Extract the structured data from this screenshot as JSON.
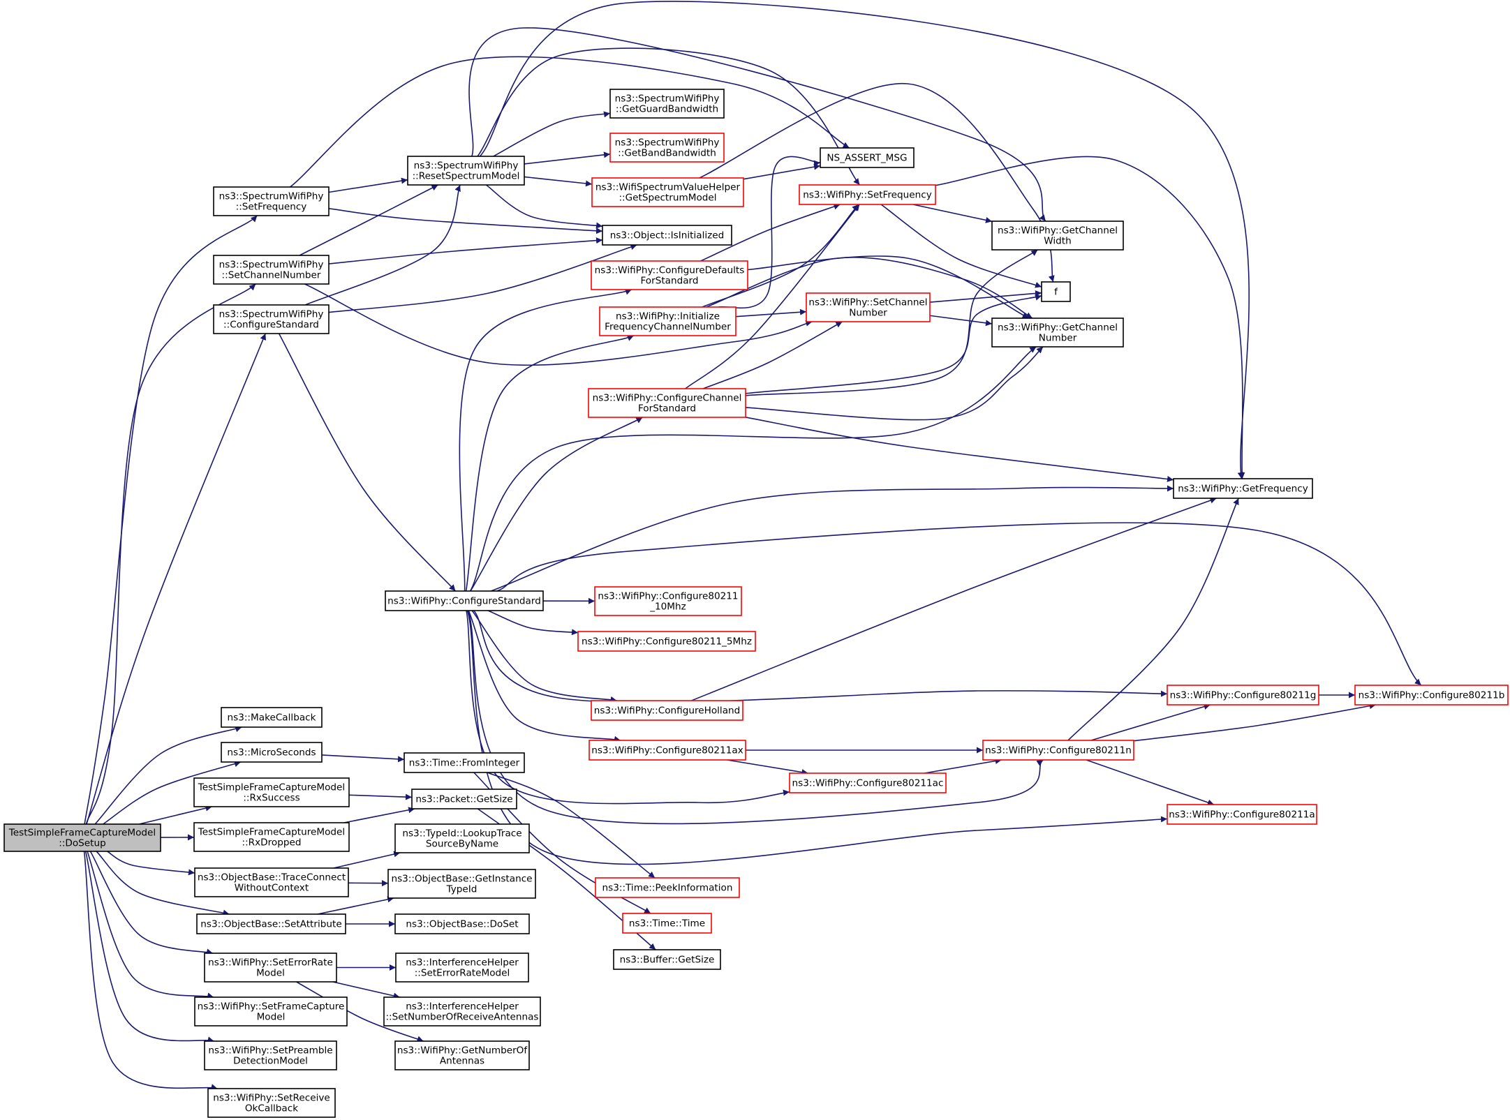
{
  "colors": {
    "edge": "#191970",
    "box_normal": "#000000",
    "box_truncated": "#ff0000",
    "root_fill": "#bfbfbf",
    "fill": "#ffffff"
  },
  "nodes": [
    {
      "id": "root",
      "lines": [
        "TestSimpleFrameCaptureModel",
        "::DoSetup"
      ],
      "style": "root"
    },
    {
      "id": "sw_setfreq",
      "lines": [
        "ns3::SpectrumWifiPhy",
        "::SetFrequency"
      ],
      "style": "normal"
    },
    {
      "id": "sw_setchan",
      "lines": [
        "ns3::SpectrumWifiPhy",
        "::SetChannelNumber"
      ],
      "style": "normal"
    },
    {
      "id": "sw_cfgstd",
      "lines": [
        "ns3::SpectrumWifiPhy",
        "::ConfigureStandard"
      ],
      "style": "normal"
    },
    {
      "id": "sw_reset",
      "lines": [
        "ns3::SpectrumWifiPhy",
        "::ResetSpectrumModel"
      ],
      "style": "normal"
    },
    {
      "id": "sw_guard",
      "lines": [
        "ns3::SpectrumWifiPhy",
        "::GetGuardBandwidth"
      ],
      "style": "normal"
    },
    {
      "id": "sw_band",
      "lines": [
        "ns3::SpectrumWifiPhy",
        "::GetBandBandwidth"
      ],
      "style": "truncated"
    },
    {
      "id": "wsvh",
      "lines": [
        "ns3::WifiSpectrumValueHelper",
        "::GetSpectrumModel"
      ],
      "style": "truncated"
    },
    {
      "id": "assert",
      "lines": [
        "NS_ASSERT_MSG"
      ],
      "style": "normal"
    },
    {
      "id": "isinit",
      "lines": [
        "ns3::Object::IsInitialized"
      ],
      "style": "normal"
    },
    {
      "id": "wp_setfreq",
      "lines": [
        "ns3::WifiPhy::SetFrequency"
      ],
      "style": "truncated"
    },
    {
      "id": "wp_getchw",
      "lines": [
        "ns3::WifiPhy::GetChannel",
        "Width"
      ],
      "style": "normal"
    },
    {
      "id": "wp_cfgdef",
      "lines": [
        "ns3::WifiPhy::ConfigureDefaults",
        "ForStandard"
      ],
      "style": "truncated"
    },
    {
      "id": "f",
      "lines": [
        "f"
      ],
      "style": "normal"
    },
    {
      "id": "wp_initfc",
      "lines": [
        "ns3::WifiPhy::Initialize",
        "FrequencyChannelNumber"
      ],
      "style": "truncated"
    },
    {
      "id": "wp_setchan",
      "lines": [
        "ns3::WifiPhy::SetChannel",
        "Number"
      ],
      "style": "truncated"
    },
    {
      "id": "wp_getchn",
      "lines": [
        "ns3::WifiPhy::GetChannel",
        "Number"
      ],
      "style": "normal"
    },
    {
      "id": "wp_cfgchan",
      "lines": [
        "ns3::WifiPhy::ConfigureChannel",
        "ForStandard"
      ],
      "style": "truncated"
    },
    {
      "id": "wp_getfreq",
      "lines": [
        "ns3::WifiPhy::GetFrequency"
      ],
      "style": "normal"
    },
    {
      "id": "wp_cfgstd",
      "lines": [
        "ns3::WifiPhy::ConfigureStandard"
      ],
      "style": "normal"
    },
    {
      "id": "wp_10mhz",
      "lines": [
        "ns3::WifiPhy::Configure80211",
        "_10Mhz"
      ],
      "style": "truncated"
    },
    {
      "id": "wp_5mhz",
      "lines": [
        "ns3::WifiPhy::Configure80211_5Mhz"
      ],
      "style": "truncated"
    },
    {
      "id": "wp_holland",
      "lines": [
        "ns3::WifiPhy::ConfigureHolland"
      ],
      "style": "truncated"
    },
    {
      "id": "wp_ax",
      "lines": [
        "ns3::WifiPhy::Configure80211ax"
      ],
      "style": "truncated"
    },
    {
      "id": "wp_ac",
      "lines": [
        "ns3::WifiPhy::Configure80211ac"
      ],
      "style": "truncated"
    },
    {
      "id": "wp_g",
      "lines": [
        "ns3::WifiPhy::Configure80211g"
      ],
      "style": "truncated"
    },
    {
      "id": "wp_b",
      "lines": [
        "ns3::WifiPhy::Configure80211b"
      ],
      "style": "truncated"
    },
    {
      "id": "wp_n",
      "lines": [
        "ns3::WifiPhy::Configure80211n"
      ],
      "style": "truncated"
    },
    {
      "id": "wp_a",
      "lines": [
        "ns3::WifiPhy::Configure80211a"
      ],
      "style": "truncated"
    },
    {
      "id": "makecb",
      "lines": [
        "ns3::MakeCallback"
      ],
      "style": "normal"
    },
    {
      "id": "micro",
      "lines": [
        "ns3::MicroSeconds"
      ],
      "style": "normal"
    },
    {
      "id": "frominteger",
      "lines": [
        "ns3::Time::FromInteger"
      ],
      "style": "normal"
    },
    {
      "id": "rxsucc",
      "lines": [
        "TestSimpleFrameCaptureModel",
        "::RxSuccess"
      ],
      "style": "normal"
    },
    {
      "id": "rxdrop",
      "lines": [
        "TestSimpleFrameCaptureModel",
        "::RxDropped"
      ],
      "style": "normal"
    },
    {
      "id": "pktsize",
      "lines": [
        "ns3::Packet::GetSize"
      ],
      "style": "normal"
    },
    {
      "id": "lookup",
      "lines": [
        "ns3::TypeId::LookupTrace",
        "SourceByName"
      ],
      "style": "normal"
    },
    {
      "id": "traceconn",
      "lines": [
        "ns3::ObjectBase::TraceConnect",
        "WithoutContext"
      ],
      "style": "normal"
    },
    {
      "id": "getinst",
      "lines": [
        "ns3::ObjectBase::GetInstance",
        "TypeId"
      ],
      "style": "normal"
    },
    {
      "id": "setattr",
      "lines": [
        "ns3::ObjectBase::SetAttribute"
      ],
      "style": "normal"
    },
    {
      "id": "doset",
      "lines": [
        "ns3::ObjectBase::DoSet"
      ],
      "style": "normal"
    },
    {
      "id": "peek",
      "lines": [
        "ns3::Time::PeekInformation"
      ],
      "style": "truncated"
    },
    {
      "id": "timetime",
      "lines": [
        "ns3::Time::Time"
      ],
      "style": "truncated"
    },
    {
      "id": "seterr",
      "lines": [
        "ns3::WifiPhy::SetErrorRate",
        "Model"
      ],
      "style": "normal"
    },
    {
      "id": "ih_seterr",
      "lines": [
        "ns3::InterferenceHelper",
        "::SetErrorRateModel"
      ],
      "style": "normal"
    },
    {
      "id": "bufsize",
      "lines": [
        "ns3::Buffer::GetSize"
      ],
      "style": "normal"
    },
    {
      "id": "ih_setnum",
      "lines": [
        "ns3::InterferenceHelper",
        "::SetNumberOfReceiveAntennas"
      ],
      "style": "normal"
    },
    {
      "id": "setfc",
      "lines": [
        "ns3::WifiPhy::SetFrameCapture",
        "Model"
      ],
      "style": "normal"
    },
    {
      "id": "getnumant",
      "lines": [
        "ns3::WifiPhy::GetNumberOf",
        "Antennas"
      ],
      "style": "normal"
    },
    {
      "id": "setpre",
      "lines": [
        "ns3::WifiPhy::SetPreamble",
        "DetectionModel"
      ],
      "style": "normal"
    },
    {
      "id": "setrecv",
      "lines": [
        "ns3::WifiPhy::SetReceive",
        "OkCallback"
      ],
      "style": "normal"
    }
  ]
}
